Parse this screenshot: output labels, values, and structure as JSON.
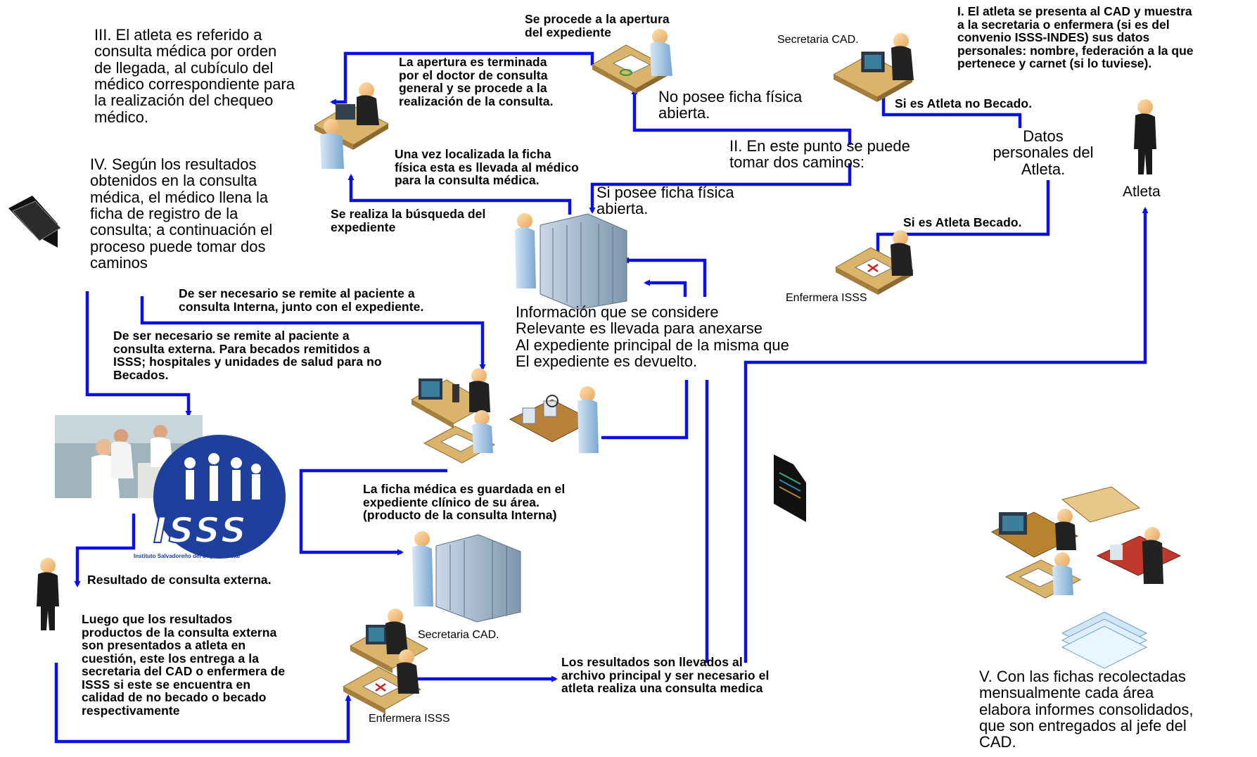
{
  "steps": {
    "step1": "I. El atleta se presenta al CAD  y muestra\na la secretaria o enfermera (si es del\nconvenio ISSS-INDES) sus datos\npersonales: nombre, federación a la que\npertenece y carnet (si lo tuviese).",
    "step2": "II. En este punto se puede\ntomar dos caminos:",
    "step3": "III. El atleta es referido a\nconsulta médica por orden\nde llegada, al cubículo del\nmédico correspondiente para\nla realización del chequeo\nmédico.",
    "step4": "IV. Según los resultados\nobtenidos en la consulta\nmédica, el médico llena la\nficha de registro de la\nconsulta;  a continuación el\nproceso puede tomar dos\ncaminos",
    "step5": "V. Con las  fichas recolectadas\nmensualmente cada área\nelabora informes consolidados,\nque son entregados al jefe del\nCAD."
  },
  "notes": {
    "apertura": "Se procede a la apertura\ndel expediente",
    "apertura_terminada": "La apertura es terminada\npor el doctor de consulta\ngeneral y se procede a la\nrealización de la consulta.",
    "no_posee": "No posee ficha física\nabierta.",
    "si_posee": "Si posee ficha física\nabierta.",
    "localizada": "Una vez localizada la ficha\nfísica esta es llevada al médico\npara la consulta médica.",
    "busqueda": "Se realiza la búsqueda del\nexpediente",
    "no_becado": "Si es Atleta no Becado.",
    "becado": "Si es Atleta Becado.",
    "datos_personales": "Datos\npersonales del\nAtleta.",
    "informacion": "Información que se considere\nRelevante es llevada para anexarse\nAl expediente principal de la misma que\nEl expediente es devuelto.",
    "consulta_interna": "De ser necesario se remite al paciente a\nconsulta Interna, junto con el expediente.",
    "consulta_externa": "De ser necesario se remite al paciente a\nconsulta externa. Para becados remitidos a\nISSS; hospitales y unidades de salud para no\nBecados.",
    "ficha_guardada": "La ficha médica es guardada en el\nexpediente clínico de su área.\n(producto de la consulta Interna)",
    "resultado_externa": "Resultado de consulta externa.",
    "luego_resultados": "Luego que los resultados\nproductos de la consulta externa\nson presentados a atleta en\ncuestión, este los entrega a la\nsecretaria del CAD o enfermera de\nISSS si este se encuentra en\ncalidad de no becado o becado\nrespectivamente",
    "resultados_llevados": "Los resultados son llevados al\narchivo principal y ser necesario el\natleta realiza una consulta medica"
  },
  "labels": {
    "secretaria_top": "Secretaria CAD.",
    "enfermera_top": "Enfermera ISSS",
    "atleta": "Atleta",
    "secretaria_bottom": "Secretaria CAD.",
    "enfermera_bottom": "Enfermera ISSS"
  },
  "logo": {
    "acronym": "ISSS",
    "name": "Instituto Salvadoreño del Seguro Social"
  },
  "colors": {
    "arrow": "#0a10e6",
    "logo": "#1f3f9c",
    "desk": "#d9b46a",
    "person": "#9fc4e6"
  }
}
